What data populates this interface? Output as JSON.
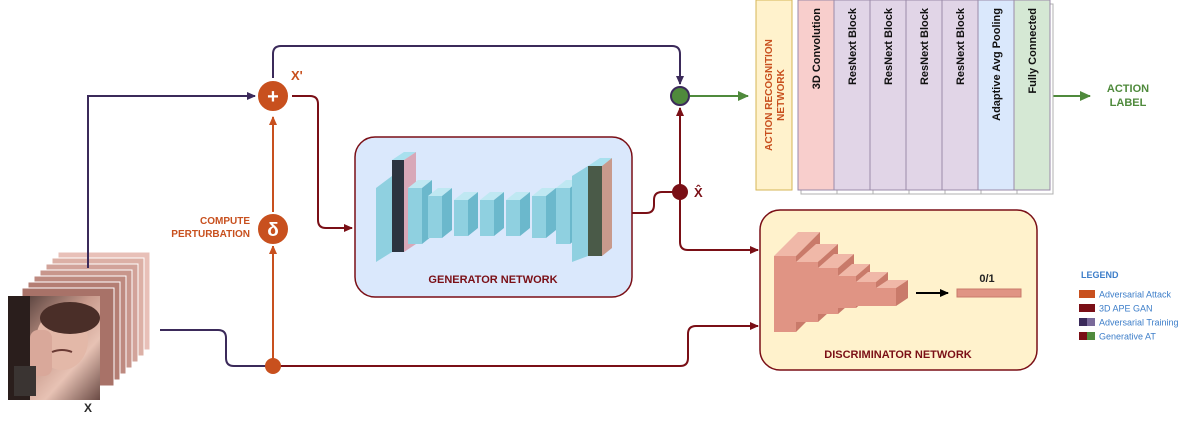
{
  "labels": {
    "x_input": "X",
    "x_prime": "X'",
    "x_hat": "X̂",
    "compute_perturbation": [
      "COMPUTE",
      "PERTURBATION"
    ],
    "plus_symbol": "+",
    "delta_symbol": "δ",
    "generator": "GENERATOR NETWORK",
    "discriminator": "DISCRIMINATOR NETWORK",
    "disc_output": "0/1",
    "action_label": [
      "ACTION",
      "LABEL"
    ]
  },
  "action_network": {
    "title": [
      "ACTION RECOGNITION",
      "NETWORK"
    ],
    "layers": [
      {
        "label": "3D Convolution",
        "color": "#f8cecc"
      },
      {
        "label": "ResNext Block",
        "color": "#e1d5e7"
      },
      {
        "label": "ResNext Block",
        "color": "#e1d5e7"
      },
      {
        "label": "ResNext Block",
        "color": "#e1d5e7"
      },
      {
        "label": "ResNext Block",
        "color": "#e1d5e7"
      },
      {
        "label": "Adaptive Avg Pooling",
        "color": "#dae8fc"
      },
      {
        "label": "Fully Connected",
        "color": "#d5e8d4"
      }
    ]
  },
  "legend": {
    "title": "LEGEND",
    "items": [
      {
        "label": "Adversarial Attack",
        "colors": [
          "#c8501e"
        ]
      },
      {
        "label": "3D APE GAN",
        "colors": [
          "#7a0f16"
        ]
      },
      {
        "label": "Adversarial Training",
        "colors": [
          "#3b2a5a",
          "#7a6a9a"
        ]
      },
      {
        "label": "Generative AT",
        "colors": [
          "#7a0f16",
          "#4f8a3c"
        ]
      }
    ]
  },
  "colors": {
    "attack": "#c8501e",
    "gan": "#7a0f16",
    "training": "#3b2a5a",
    "output": "#4f8a3c",
    "legend_text": "#3d7ec9",
    "generator_fill": "#dae8fc",
    "discriminator_fill": "#fff2cc"
  }
}
